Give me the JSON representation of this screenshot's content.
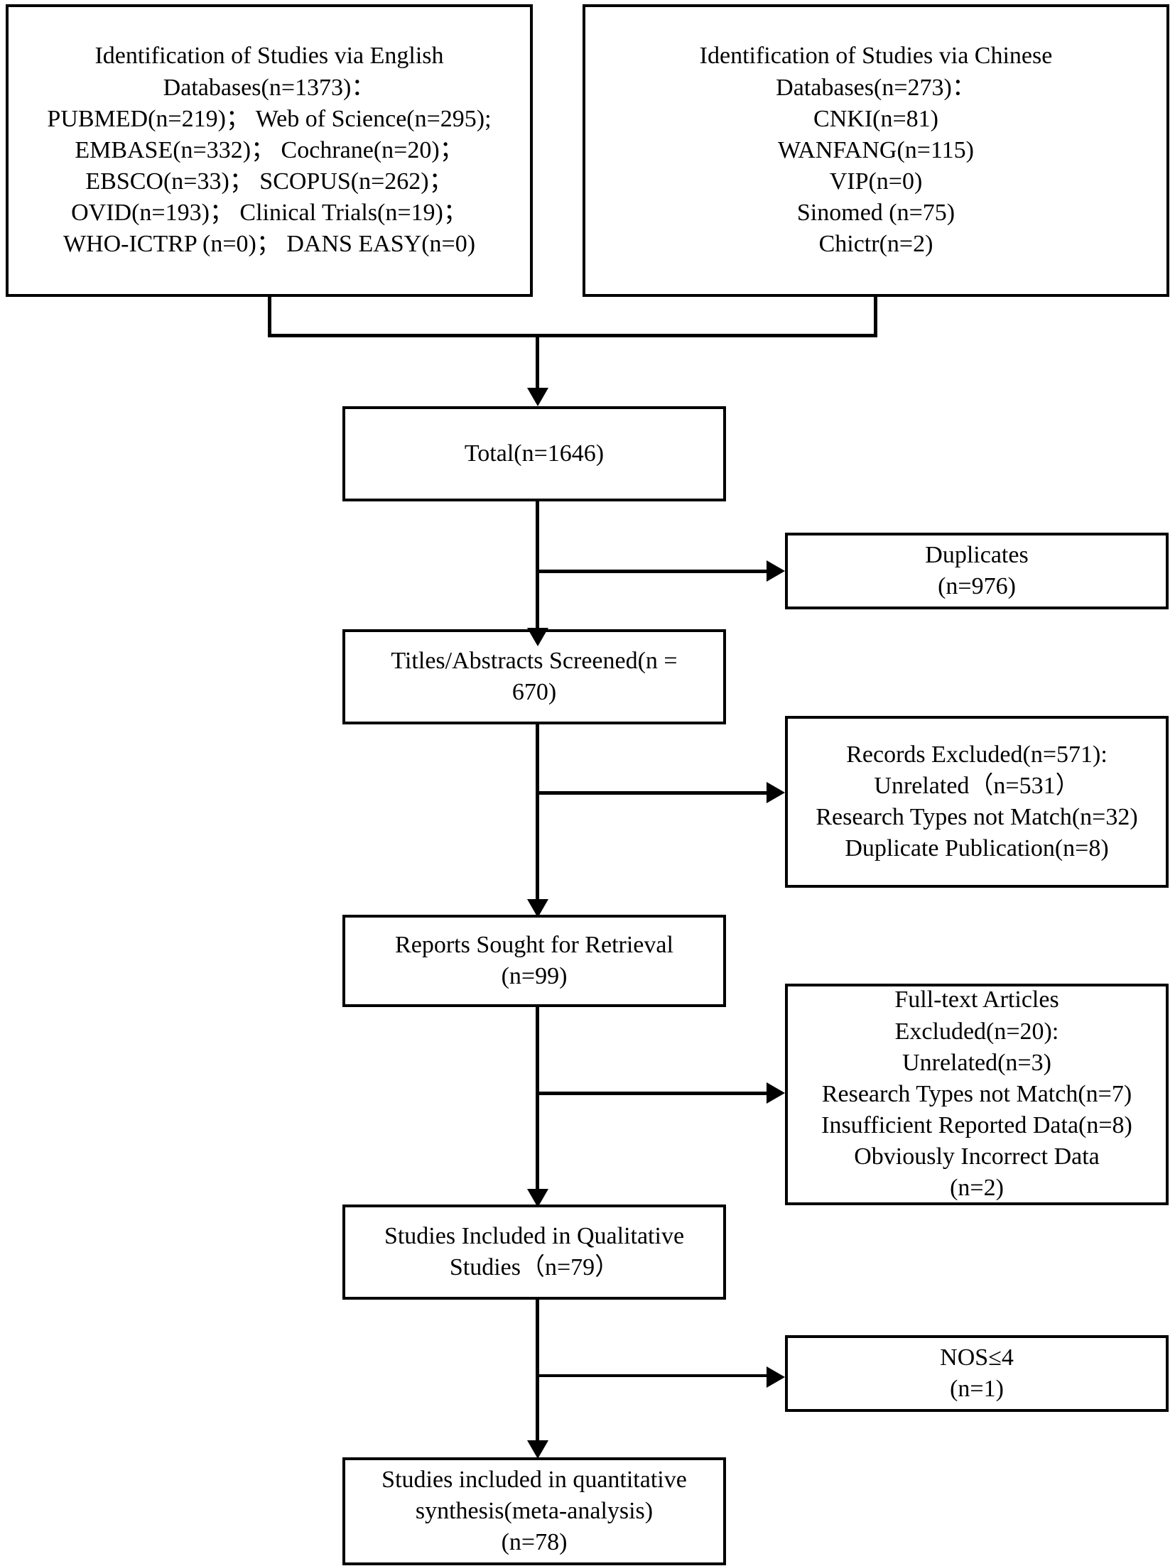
{
  "diagram": {
    "title": "PRISMA Study Selection Flow Diagram",
    "type": "prisma-flow",
    "colors": {
      "stroke": "#000000",
      "fill": "#ffffff",
      "text": "#000000"
    }
  },
  "sources": {
    "english": {
      "lines": [
        "Identification of Studies via English",
        "Databases(n=1373)：",
        "PUBMED(n=219)；  Web of Science(n=295);",
        "EMBASE(n=332)；  Cochrane(n=20)；",
        "EBSCO(n=33)；  SCOPUS(n=262)；",
        "OVID(n=193)；  Clinical Trials(n=19)；",
        "WHO-ICTRP (n=0)；  DANS EASY(n=0)"
      ]
    },
    "chinese": {
      "lines": [
        "Identification of Studies via Chinese",
        "Databases(n=273)：",
        "CNKI(n=81)",
        "WANFANG(n=115)",
        "VIP(n=0)",
        "Sinomed (n=75)",
        "Chictr(n=2)"
      ]
    }
  },
  "flow": {
    "total": {
      "lines": [
        "Total(n=1646)"
      ]
    },
    "screened": {
      "lines": [
        "Titles/Abstracts Screened(n =",
        "670)"
      ]
    },
    "sought": {
      "lines": [
        "Reports Sought for Retrieval",
        "(n=99)"
      ]
    },
    "qualitative": {
      "lines": [
        "Studies Included in Qualitative",
        "Studies（n=79）"
      ]
    },
    "quantitative": {
      "lines": [
        "Studies included in quantitative",
        "synthesis(meta-analysis)",
        "(n=78)"
      ]
    }
  },
  "exclusions": {
    "duplicates": {
      "lines": [
        "Duplicates",
        "(n=976)"
      ]
    },
    "records_excluded": {
      "lines": [
        "Records Excluded(n=571):",
        "Unrelated（n=531）",
        "Research Types not Match(n=32)",
        "Duplicate Publication(n=8)"
      ]
    },
    "fulltext_excluded": {
      "lines": [
        "Full-text Articles",
        "Excluded(n=20):",
        "Unrelated(n=3)",
        "Research Types not Match(n=7)",
        "Insufficient Reported Data(n=8)",
        "Obviously Incorrect Data",
        "(n=2)"
      ]
    },
    "nos": {
      "lines": [
        "NOS≤4",
        "(n=1)"
      ]
    }
  },
  "chart_data": {
    "type": "table",
    "title": "PRISMA flow counts",
    "categories": [
      "English databases total",
      "PUBMED",
      "Web of Science",
      "EMBASE",
      "Cochrane",
      "EBSCO",
      "SCOPUS",
      "OVID",
      "Clinical Trials",
      "WHO-ICTRP",
      "DANS EASY",
      "Chinese databases total",
      "CNKI",
      "WANFANG",
      "VIP",
      "Sinomed",
      "Chictr",
      "Total records",
      "Duplicates removed",
      "Titles/Abstracts screened",
      "Records excluded",
      "Excluded: Unrelated",
      "Excluded: Research Types not Match",
      "Excluded: Duplicate Publication",
      "Reports sought for retrieval",
      "Full-text articles excluded",
      "Full-text excluded: Unrelated",
      "Full-text excluded: Research Types not Match",
      "Full-text excluded: Insufficient Reported Data",
      "Full-text excluded: Obviously Incorrect Data",
      "Studies included in qualitative studies",
      "NOS<=4 excluded",
      "Studies included in quantitative synthesis"
    ],
    "values": [
      1373,
      219,
      295,
      332,
      20,
      33,
      262,
      193,
      19,
      0,
      0,
      273,
      81,
      115,
      0,
      75,
      2,
      1646,
      976,
      670,
      571,
      531,
      32,
      8,
      99,
      20,
      3,
      7,
      8,
      2,
      79,
      1,
      78
    ]
  }
}
